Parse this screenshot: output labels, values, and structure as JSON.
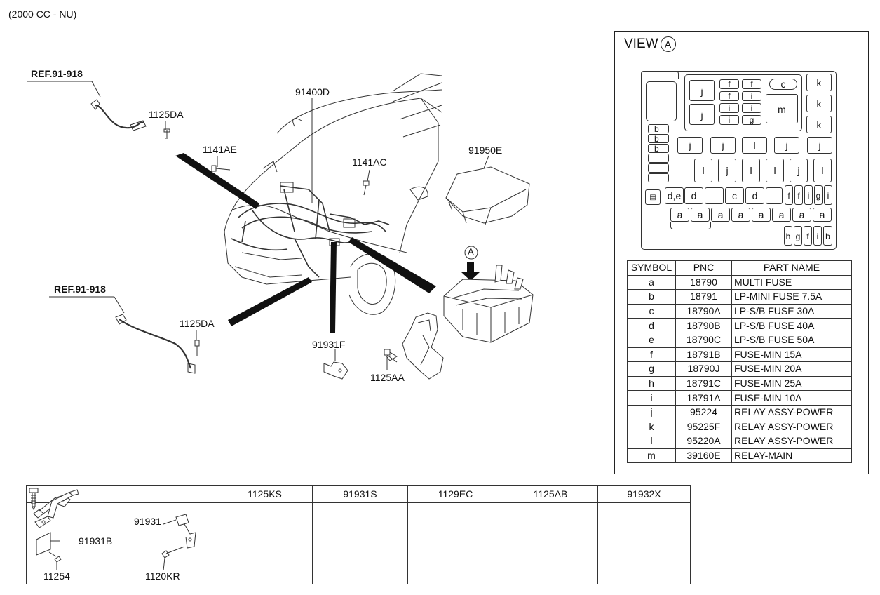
{
  "header": {
    "engine_note": "(2000 CC - NU)"
  },
  "callouts": {
    "ref_top": "REF.91-918",
    "ref_bottom": "REF.91-918",
    "bolt_top": "1125DA",
    "bolt_bottom": "1125DA",
    "bolt_1141ae": "1141AE",
    "harness": "91400D",
    "bolt_1141ac": "1141AC",
    "cover": "91950E",
    "view_marker": "A",
    "bracket": "91931F",
    "bolt_1125aa": "1125AA"
  },
  "view": {
    "title": "VIEW",
    "marker": "A",
    "fuse_symbols": {
      "k": "k",
      "j": "j",
      "m": "m",
      "c": "c",
      "f": "f",
      "i": "i",
      "g": "g",
      "b": "b",
      "l": "l",
      "de": "d,e",
      "d": "d",
      "a": "a",
      "h": "h"
    }
  },
  "parts_table": {
    "headers": [
      "SYMBOL",
      "PNC",
      "PART NAME"
    ],
    "rows": [
      [
        "a",
        "18790",
        "MULTI FUSE"
      ],
      [
        "b",
        "18791",
        "LP-MINI FUSE 7.5A"
      ],
      [
        "c",
        "18790A",
        "LP-S/B FUSE 30A"
      ],
      [
        "d",
        "18790B",
        "LP-S/B FUSE 40A"
      ],
      [
        "e",
        "18790C",
        "LP-S/B FUSE 50A"
      ],
      [
        "f",
        "18791B",
        "FUSE-MIN 15A"
      ],
      [
        "g",
        "18790J",
        "FUSE-MIN 20A"
      ],
      [
        "h",
        "18791C",
        "FUSE-MIN 25A"
      ],
      [
        "i",
        "18791A",
        "FUSE-MIN 10A"
      ],
      [
        "j",
        "95224",
        "RELAY ASSY-POWER"
      ],
      [
        "k",
        "95225F",
        "RELAY ASSY-POWER"
      ],
      [
        "l",
        "95220A",
        "RELAY ASSY-POWER"
      ],
      [
        "m",
        "39160E",
        "RELAY-MAIN"
      ]
    ]
  },
  "bottom_table": {
    "headers": [
      "",
      "",
      "1125KS",
      "91931S",
      "1129EC",
      "1125AB",
      "91932X"
    ],
    "cell1": {
      "part_a": "91931B",
      "part_b": "11254"
    },
    "cell2": {
      "part_a": "91931",
      "part_b": "1120KR"
    }
  }
}
